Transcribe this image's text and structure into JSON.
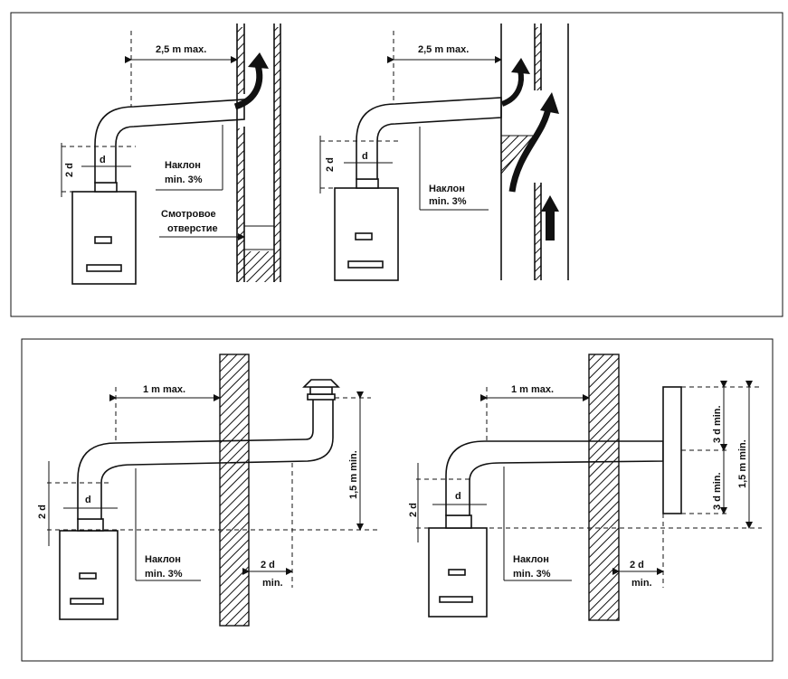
{
  "panels": [
    {
      "dist_label": "2,5 m max.",
      "slope_label_1": "Наклон",
      "slope_label_2": "min. 3%",
      "diam_label": "d",
      "height_label": "2 d",
      "inspection_label_1": "Смотровое",
      "inspection_label_2": "отверстие"
    },
    {
      "dist_label": "2,5 m max.",
      "slope_label_1": "Наклон",
      "slope_label_2": "min. 3%",
      "diam_label": "d",
      "height_label": "2 d"
    },
    {
      "dist_label": "1 m max.",
      "slope_label_1": "Наклон",
      "slope_label_2": "min. 3%",
      "diam_label": "d",
      "height_label": "2 d",
      "vertical_label": "1,5 m min.",
      "wall_gap_label_1": "2 d",
      "wall_gap_label_2": "min."
    },
    {
      "dist_label": "1 m max.",
      "slope_label_1": "Наклон",
      "slope_label_2": "min. 3%",
      "diam_label": "d",
      "height_label": "2 d",
      "vertical_label": "1,5 m min.",
      "upper_label": "3 d min.",
      "lower_label": "3 d min.",
      "wall_gap_label_1": "2 d",
      "wall_gap_label_2": "min."
    }
  ]
}
